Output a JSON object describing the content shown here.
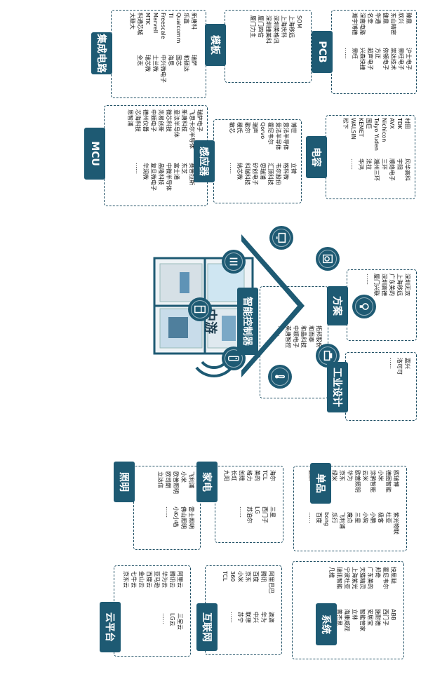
{
  "center_label": "中游",
  "top": [
    {
      "title": "PCB",
      "cols": [
        [
          "臻鼎",
          "欣兴",
          "东山精密",
          "健鼎",
          "华通",
          "名幸",
          "深南电路",
          "瀚宇博德"
        ],
        [
          "沪士电子",
          "景旺电子",
          "崇达技术",
          "依顿电子",
          "方正",
          "超声电子",
          "兴森快捷",
          "景旺",
          "……"
        ]
      ]
    },
    {
      "title": "模板",
      "cols": [
        [
          "SOM",
          "上海移远",
          "上海庆科",
          "深圳美格讯",
          "深圳捷美科",
          "厦门四信",
          "厦门力主"
        ]
      ]
    },
    {
      "title": "集成电路",
      "cols": [
        [
          "新唐科",
          "乐鑫",
          "Qualcomm",
          "TI",
          "Freescale",
          "Marvell",
          "MTK",
          "科通芯城",
          "大联大"
        ],
        [
          "瑞萨",
          "和硕达",
          "国芯",
          "海思",
          "中兴微电子",
          "士兰微",
          "瑞芯微",
          "全志"
        ]
      ]
    },
    {
      "title": "电容",
      "cols": [
        [
          "村田",
          "TDK",
          "AVX",
          "Nichicon",
          "Taiyo Yuden",
          "国巨",
          "KEMET",
          "WALSIN",
          "松下"
        ],
        [
          "风华高科",
          "宇阳",
          "顺络电子",
          "三环",
          "潮州三环",
          "法拉",
          "华鸿",
          "……"
        ]
      ]
    },
    {
      "title": "感应器",
      "cols": [
        [
          "博世",
          "意法半导体",
          "意法半导体",
          "霍尼韦尔",
          "Qorvo",
          "瑞声",
          "歌尔",
          "楼氏",
          "敏芯"
        ],
        [
          "立锜",
          "格科微",
          "韦尔股份",
          "汇顶科技",
          "思瑞浦",
          "矽创电子",
          "科瑞科技",
          "纳芯微",
          "……"
        ]
      ]
    },
    {
      "title": "MCU",
      "cols": [
        [
          "瑞萨电子",
          "飞思卡尔半导体",
          "新唐科技",
          "意法半导体",
          "微芯科技",
          "兆易创新",
          "中颖电子",
          "德州仪器",
          "芯海科技",
          "恩智浦"
        ],
        [
          "瑞萨",
          "赛普拉斯",
          "东芝",
          "富士通",
          "中微半导体",
          "晶隆科技",
          "复旦微电子",
          "华润微",
          "……"
        ]
      ]
    }
  ],
  "middle": [
    {
      "title": "方案",
      "cols": [
        [
          "深圳无双",
          "上海移远",
          "广东美的",
          "深圳高德",
          "厦门兴联",
          "……"
        ]
      ]
    },
    {
      "title": "工业设计",
      "cols": [
        [
          "嘉兴",
          "洛可可",
          "……"
        ]
      ]
    },
    {
      "title": "智能控制器",
      "cols": [
        [
          "拓邦股份",
          "和而泰",
          "和晶科技",
          "中颖电子",
          "英唐智控",
          "……"
        ]
      ]
    }
  ],
  "bottom": [
    {
      "title": "单品",
      "cols": [
        [
          "欧瑞博",
          "德图智能",
          "小米",
          "涂鸦智能",
          "云米",
          "欧普照明",
          "华为",
          "京东",
          "绿米",
          "幻想",
          "小爱",
          "魅族",
          "……"
        ],
        [
          "紫光物联",
          "杜亚",
          "极客",
          "小鹏",
          "小狗",
          "三星",
          "魔点",
          "飞利浦",
          "乐行",
          "bong",
          "百度",
          "……"
        ]
      ]
    },
    {
      "title": "家电",
      "cols": [
        [
          "海尔",
          "TCL",
          "美的",
          "格力",
          "创维",
          "长虹",
          "九阳"
        ],
        [
          "三星",
          "西门子",
          "LG",
          "苏泊尔",
          "……"
        ]
      ]
    },
    {
      "title": "照明",
      "cols": [
        [
          "飞利浦",
          "小米",
          "欧普照明",
          "欧司朗",
          "立达信"
        ],
        [
          "雷士照明",
          "佛山照明",
          "小K小喵",
          "……"
        ]
      ]
    },
    {
      "title": "系统",
      "cols": [
        [
          "快思聪",
          "霍尼韦尔",
          "邦奇",
          "广东美的",
          "天猫精灵",
          "上海紫光",
          "宁波杜亚",
          "瑞讯智能",
          "几维"
        ],
        [
          "ABB",
          "西门子",
          "施耐德",
          "安居宝",
          "智能管家",
          "立林",
          "海康威视",
          "普杰思",
          "……"
        ]
      ]
    },
    {
      "title": "互联网",
      "cols": [
        [
          "阿里巴巴",
          "腾讯",
          "百度",
          "京东",
          "小米",
          "360",
          "TCL"
        ],
        [
          "滴滴",
          "华为",
          "中兴",
          "联想",
          "苏宁",
          "……"
        ]
      ]
    },
    {
      "title": "云平台",
      "cols": [
        [
          "阿里云",
          "腾讯云",
          "华为云",
          "亚马逊",
          "百度云",
          "金山云",
          "七牛云",
          "京东云"
        ],
        [
          "三星云",
          "LG云",
          "……"
        ]
      ]
    }
  ]
}
